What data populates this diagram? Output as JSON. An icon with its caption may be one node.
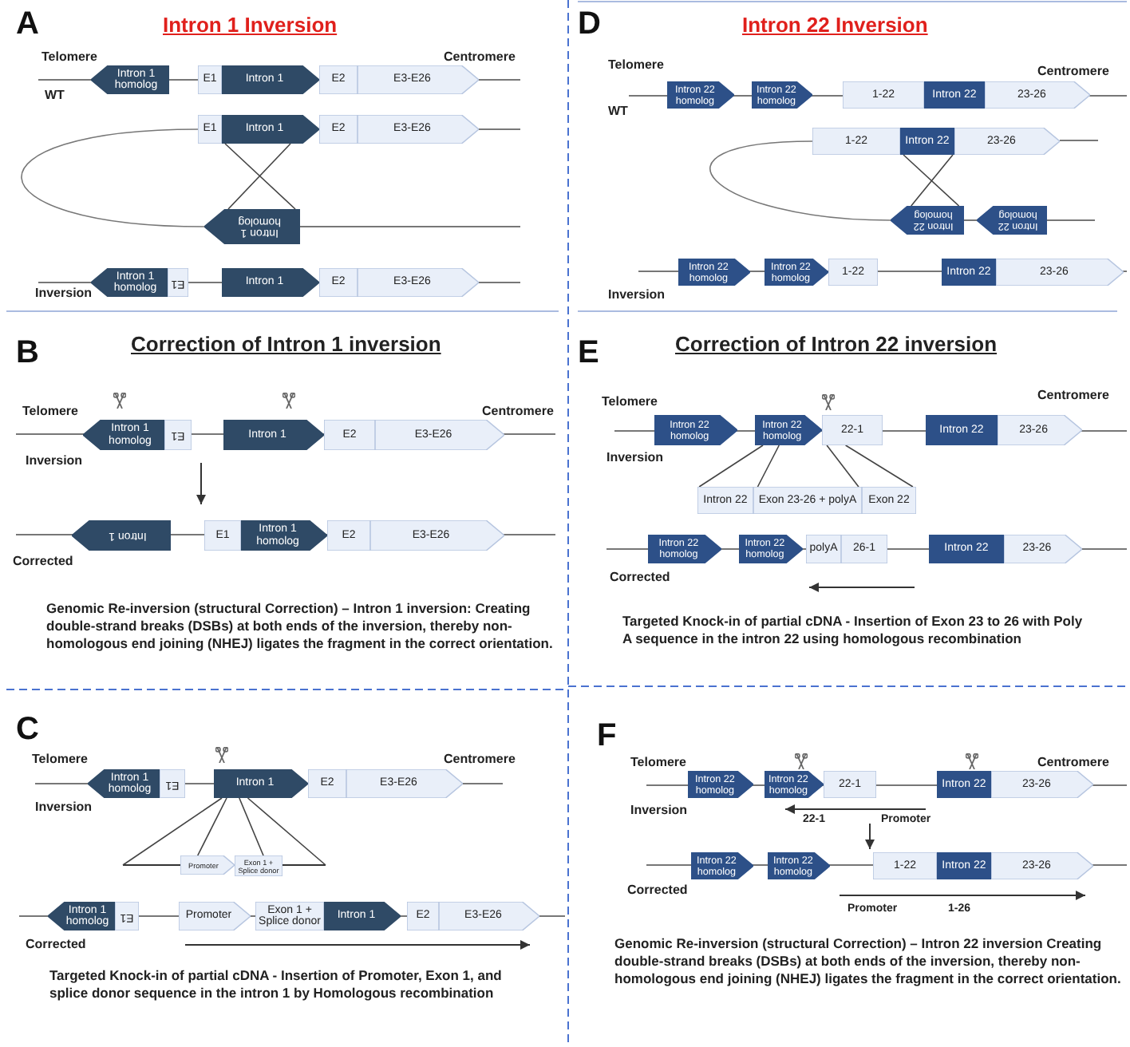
{
  "diagram": {
    "nodes": [
      {
        "text": [
          "Intron 1 homolog"
        ]
      },
      {
        "text": [
          "E1"
        ]
      },
      {
        "text": [
          "Intron 1"
        ]
      },
      {
        "text": [
          "E2"
        ]
      },
      {
        "text": [
          "E3-E26"
        ]
      },
      {
        "text": [
          "E1"
        ]
      },
      {
        "text": [
          "Intron 1"
        ]
      },
      {
        "text": [
          "E2"
        ]
      },
      {
        "text": [
          "E3-E26"
        ]
      },
      {
        "text": [
          "Intron 1 homolog"
        ]
      },
      {
        "text": [
          "Intron 1 homolog"
        ]
      },
      {
        "text": [
          "E1"
        ]
      },
      {
        "text": [
          "Intron 1"
        ]
      },
      {
        "text": [
          "E2"
        ]
      },
      {
        "text": [
          "E3-E26"
        ]
      },
      {
        "text": [
          "Intron 1 homolog"
        ]
      },
      {
        "text": [
          "E1"
        ]
      },
      {
        "text": [
          "Intron 1"
        ]
      },
      {
        "text": [
          "E2"
        ]
      },
      {
        "text": [
          "E3-E26"
        ]
      },
      {
        "text": [
          "Intron 1"
        ]
      },
      {
        "text": [
          "E1"
        ]
      },
      {
        "text": [
          "Intron 1 homolog"
        ]
      },
      {
        "text": [
          "E2"
        ]
      },
      {
        "text": [
          "E3-E26"
        ]
      },
      {
        "text": [
          "Intron 1 homolog"
        ]
      },
      {
        "text": [
          "E1"
        ]
      },
      {
        "text": [
          "Intron 1"
        ]
      },
      {
        "text": [
          "E2"
        ]
      },
      {
        "text": [
          "E3-E26"
        ]
      },
      {
        "text": [
          "Promoter"
        ]
      },
      {
        "text": [
          "Exon 1 + Splice donor"
        ]
      },
      {
        "text": [
          "Intron 1 homolog"
        ]
      },
      {
        "text": [
          "E1"
        ]
      },
      {
        "text": [
          "Promoter"
        ]
      },
      {
        "text": [
          "Exon 1 + Splice donor"
        ]
      },
      {
        "text": [
          "Intron 1"
        ]
      },
      {
        "text": [
          "E2"
        ]
      },
      {
        "text": [
          "E3-E26"
        ]
      },
      {
        "text": [
          "Intron 22 homolog"
        ]
      },
      {
        "text": [
          "Intron 22 homolog"
        ]
      },
      {
        "text": [
          "1-22"
        ]
      },
      {
        "text": [
          "Intron 22"
        ]
      },
      {
        "text": [
          "23-26"
        ]
      },
      {
        "text": [
          "1-22"
        ]
      },
      {
        "text": [
          "Intron 22"
        ]
      },
      {
        "text": [
          "23-26"
        ]
      },
      {
        "text": [
          "Intron 22 homolog"
        ]
      },
      {
        "text": [
          "Intron 22 homolog"
        ]
      },
      {
        "text": [
          "Intron 22 homolog"
        ]
      },
      {
        "text": [
          "Intron 22 homolog"
        ]
      },
      {
        "text": [
          "1-22"
        ]
      },
      {
        "text": [
          "Intron 22"
        ]
      },
      {
        "text": [
          "23-26"
        ]
      },
      {
        "text": [
          "Intron 22 homolog"
        ]
      },
      {
        "text": [
          "Intron 22 homolog"
        ]
      },
      {
        "text": [
          "22-1"
        ]
      },
      {
        "text": [
          "Intron 22"
        ]
      },
      {
        "text": [
          "23-26"
        ]
      },
      {
        "text": [
          "Intron 22"
        ]
      },
      {
        "text": [
          "Exon 23-26 + polyA"
        ]
      },
      {
        "text": [
          "Exon 22"
        ]
      },
      {
        "text": [
          "Intron 22 homolog"
        ]
      },
      {
        "text": [
          "Intron 22 homolog"
        ]
      },
      {
        "text": [
          "polyA"
        ]
      },
      {
        "text": [
          "26-1"
        ]
      },
      {
        "text": [
          "Intron 22"
        ]
      },
      {
        "text": [
          "23-26"
        ]
      },
      {
        "text": [
          "Intron 22 homolog"
        ]
      },
      {
        "text": [
          "Intron 22 homolog"
        ]
      },
      {
        "text": [
          "22-1"
        ]
      },
      {
        "text": [
          "Intron 22"
        ]
      },
      {
        "text": [
          "23-26"
        ]
      },
      {
        "text": [
          "Intron 22 homolog"
        ]
      },
      {
        "text": [
          "Intron 22 homolog"
        ]
      },
      {
        "text": [
          "1-22"
        ]
      },
      {
        "text": [
          "Intron 22"
        ]
      },
      {
        "text": [
          "23-26"
        ]
      }
    ],
    "edges": [
      {
        "from": 6,
        "to": 9,
        "arrow": "none"
      },
      {
        "from": 6,
        "to": 9,
        "arrow": "none"
      },
      {
        "from": 27,
        "to": null,
        "arrow": "none"
      },
      {
        "from": 27,
        "to": 30,
        "arrow": "none"
      },
      {
        "from": 27,
        "to": 31,
        "arrow": "none"
      },
      {
        "from": 27,
        "to": null,
        "arrow": "none"
      },
      {
        "from": 45,
        "to": 47,
        "arrow": "none"
      },
      {
        "from": 45,
        "to": 47,
        "arrow": "none"
      },
      {
        "from": 55,
        "to": 59,
        "arrow": "none"
      },
      {
        "from": 55,
        "to": 60,
        "arrow": "none"
      },
      {
        "from": 56,
        "to": 60,
        "arrow": "none"
      },
      {
        "from": 56,
        "to": 61,
        "arrow": "none"
      },
      {
        "from": 5,
        "to": 9,
        "arrow": "none"
      },
      {
        "from": 44,
        "to": 47,
        "arrow": "none"
      }
    ],
    "labels": [
      "A",
      "Intron 1 Inversion",
      "Telomere",
      "Centromere",
      "WT",
      "Inversion",
      "B",
      "Correction of Intron 1 inversion",
      "Telomere",
      "Centromere",
      "Inversion",
      "Corrected",
      "Genomic Re-inversion (structural Correction) – Intron 1 inversion: Creating double-strand breaks (DSBs) at both ends of the inversion, thereby non-homologous end joining (NHEJ) ligates the fragment in the correct orientation.",
      "C",
      "Telomere",
      "Centromere",
      "Inversion",
      "Corrected",
      "Targeted Knock-in of partial cDNA - Insertion of Promoter, Exon 1, and splice donor sequence in the intron 1 by Homologous recombination",
      "D",
      "Intron 22 Inversion",
      "Telomere",
      "Centromere",
      "WT",
      "Inversion",
      "E",
      "Correction of Intron 22 inversion",
      "Telomere",
      "Centromere",
      "Inversion",
      "Corrected",
      "Targeted Knock-in of partial cDNA - Insertion of Exon 23 to 26 with Poly A sequence in the intron 22 using homologous recombination",
      "F",
      "Telomere",
      "Centromere",
      "Inversion",
      "22-1",
      "Promoter",
      "Corrected",
      "Promoter",
      "1-26",
      "Genomic Re-inversion (structural Correction) – Intron 22 inversion Creating double-strand breaks (DSBs) at both ends of the inversion, thereby non-homologous end joining (NHEJ) ligates the fragment in the correct orientation."
    ]
  }
}
